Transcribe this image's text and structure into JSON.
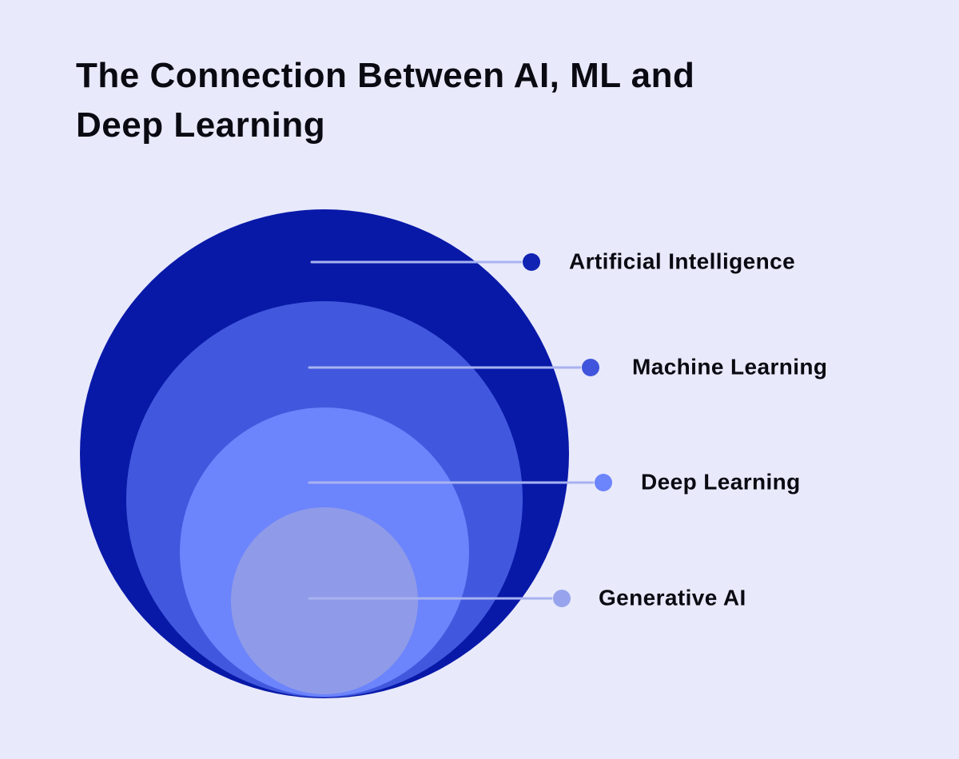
{
  "title": {
    "line1": "The Connection Between AI, ML and",
    "line2": "Deep Learning"
  },
  "diagram": {
    "type": "concentric-circles",
    "background_color": "#E8E9FB",
    "leader_line_color": "#A8B2F0",
    "text_color": "#0a0a12",
    "layers": [
      {
        "label": "Artificial Intelligence",
        "circle_color": "#0819A8",
        "dot_color": "#1023B3"
      },
      {
        "label": "Machine Learning",
        "circle_color": "#4158DE",
        "dot_color": "#4055DC"
      },
      {
        "label": "Deep Learning",
        "circle_color": "#6C84FC",
        "dot_color": "#6C84FC"
      },
      {
        "label": "Generative AI",
        "circle_color": "#8F9BE8",
        "dot_color": "#97A3EC"
      }
    ]
  }
}
